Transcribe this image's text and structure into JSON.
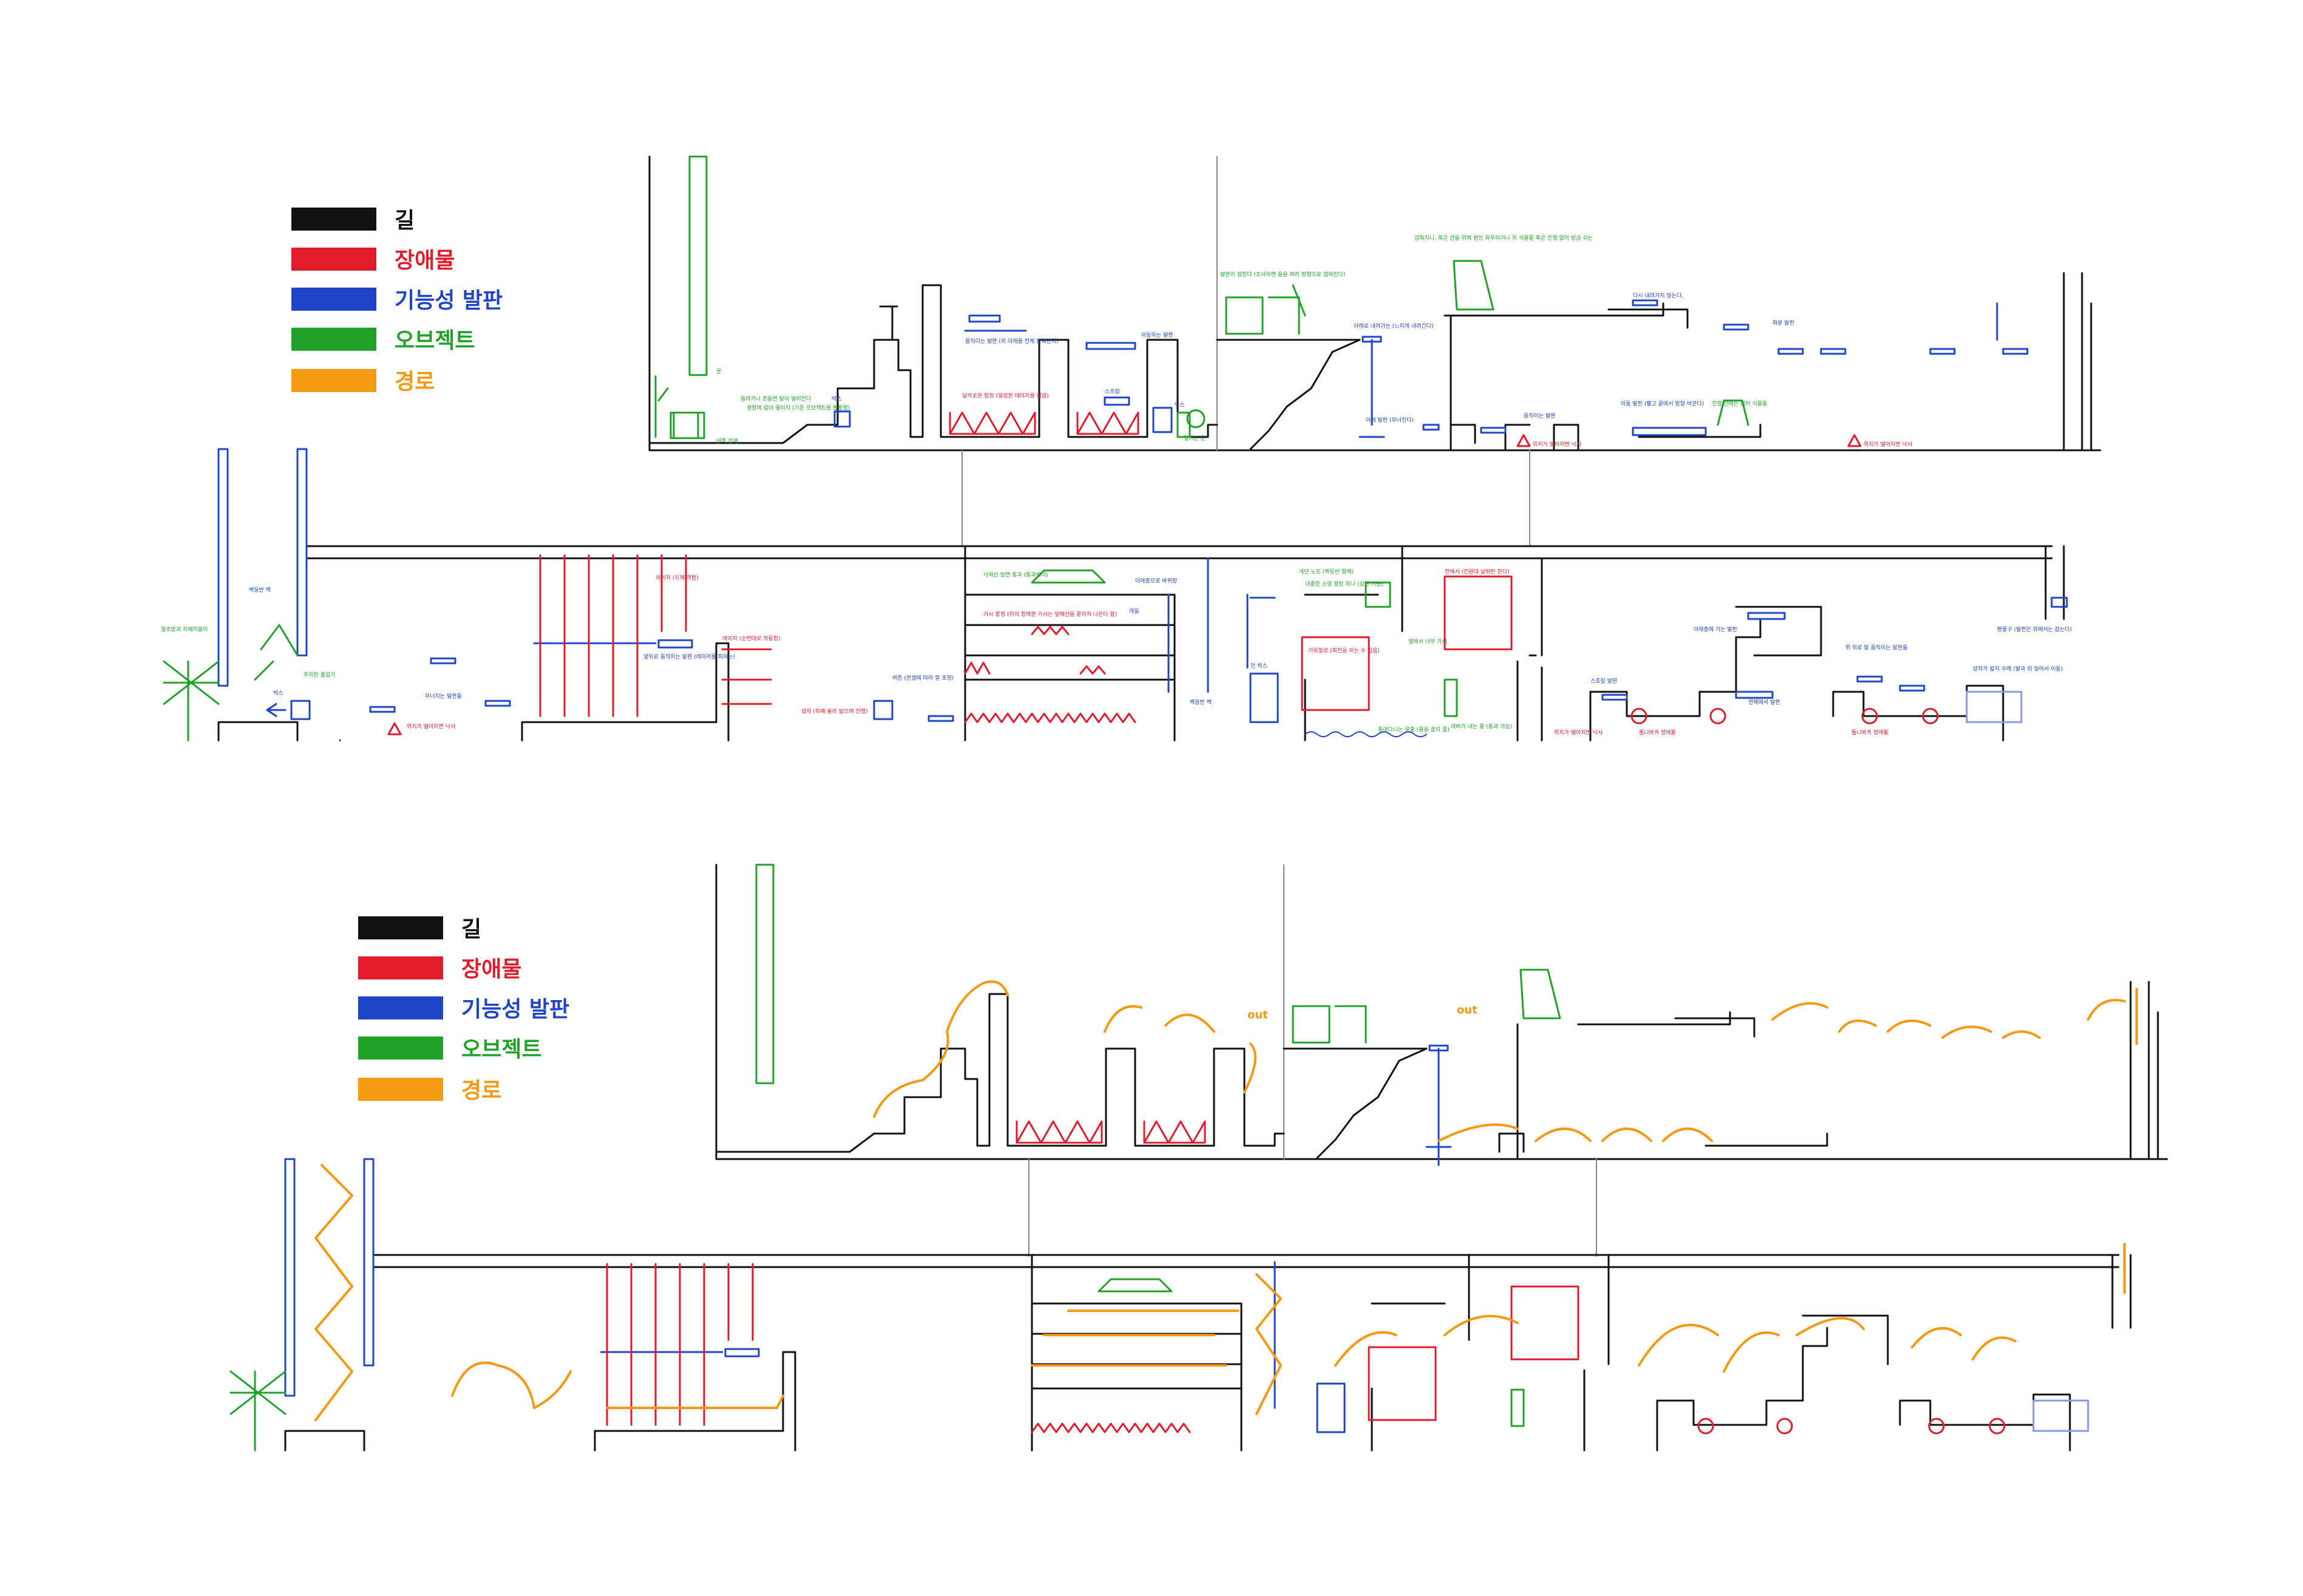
{
  "legend": [
    {
      "label": "길",
      "color": "#111111"
    },
    {
      "label": "장애물",
      "color": "#e21b2c"
    },
    {
      "label": "기능성 발판",
      "color": "#1f44c8"
    },
    {
      "label": "오브젝트",
      "color": "#22a12a"
    },
    {
      "label": "경로",
      "color": "#f39a12"
    }
  ],
  "colors": {
    "path": "#111111",
    "obstacle": "#e21b2c",
    "platform": "#1f44c8",
    "object": "#22a12a",
    "route": "#f39a12"
  },
  "map": {
    "upper_notes": [
      {
        "text": "돌아가나 흔들면 발이 떨어진다",
        "color": "object"
      },
      {
        "text": "문",
        "color": "object"
      },
      {
        "text": "광장에 밟아 중이지 (기존 오브젝트를 활용할)",
        "color": "object"
      },
      {
        "text": "박스",
        "color": "platform"
      },
      {
        "text": "안쪽 전체",
        "color": "object"
      },
      {
        "text": "움직이는 발판 (위 아래를 전체 왕복한다)",
        "color": "platform"
      },
      {
        "text": "날카로운 함정 (일정한 데미지를 입힘)",
        "color": "obstacle"
      },
      {
        "text": "이동하는 발판",
        "color": "platform"
      },
      {
        "text": "스프링",
        "color": "platform"
      },
      {
        "text": "박스",
        "color": "platform"
      },
      {
        "text": "열리는 문",
        "color": "object"
      },
      {
        "text": "발판이 접힌다 (조사하면 들을 여러 방향으로 접혀진다)",
        "color": "object"
      },
      {
        "text": "아래로 내려가는 (느리게 내려간다)",
        "color": "platform"
      },
      {
        "text": "아래 발판 (무너진다)",
        "color": "platform"
      },
      {
        "text": "감춰지니, 혹은 간을 위해 방안 좌우이거나 위 식물들 혹은 진행 없어 방금 쉬는",
        "color": "object"
      },
      {
        "text": "다시 내려가지 않는다.",
        "color": "platform"
      },
      {
        "text": "움직이는 발판",
        "color": "platform"
      },
      {
        "text": "이동 발판 (빨고 끝에서 방향 바꾼다)",
        "color": "platform"
      },
      {
        "text": "화분 발판",
        "color": "platform"
      },
      {
        "text": "진행 전에는 없어 식물들",
        "color": "object"
      },
      {
        "text": "위치가 떨어지면 낙사",
        "color": "obstacle"
      },
      {
        "text": "위치가 떨어지면 낙사",
        "color": "obstacle"
      }
    ],
    "lower_notes": [
      {
        "text": "철조망과 자해지물이",
        "color": "object"
      },
      {
        "text": "벽등반 벽",
        "color": "platform"
      },
      {
        "text": "박스",
        "color": "platform"
      },
      {
        "text": "주위한 출입기",
        "color": "object"
      },
      {
        "text": "무너지는 발판들",
        "color": "platform"
      },
      {
        "text": "위치가 떨어지면 낙사",
        "color": "obstacle"
      },
      {
        "text": "레이저 (두께 역활)",
        "color": "obstacle"
      },
      {
        "text": "앞뒤로 움직이는 발판 (레이저를 피하는)",
        "color": "platform"
      },
      {
        "text": "레이저 (순번대로 작동함)",
        "color": "obstacle"
      },
      {
        "text": "상자 (위에 올라 밟으며 진행)",
        "color": "platform"
      },
      {
        "text": "버튼 (컨셉에 따라 잘 조정)",
        "color": "platform"
      },
      {
        "text": "낙하산 방면 통과 (통과해야)",
        "color": "object"
      },
      {
        "text": "가시 함정 (위의 함께한 가시는 앞에선을 끝까지 나온다 함)",
        "color": "obstacle"
      },
      {
        "text": "아래층으로 바뀌함",
        "color": "platform"
      },
      {
        "text": "레일",
        "color": "platform"
      },
      {
        "text": "벽등반 벽",
        "color": "platform"
      },
      {
        "text": "인 박스",
        "color": "platform"
      },
      {
        "text": "계단 노트 (벽등반 함께)",
        "color": "object"
      },
      {
        "text": "대충한 소영 왕방 하나 (상관 가능)",
        "color": "object"
      },
      {
        "text": "가위질로 (회전을 이는 수 있음)",
        "color": "obstacle"
      },
      {
        "text": "전해서 (전원대 날뛰만 한다)",
        "color": "obstacle"
      },
      {
        "text": "옆에서 너무 가서",
        "color": "object"
      },
      {
        "text": "돌아다니는 유출 (물을 흘리 줄)",
        "color": "object"
      },
      {
        "text": "레버가 내는 물 (통과 가능)",
        "color": "object"
      },
      {
        "text": "스프링 발판",
        "color": "platform"
      },
      {
        "text": "아래층에 가는 발판",
        "color": "platform"
      },
      {
        "text": "톱니바퀴 장애물",
        "color": "obstacle"
      },
      {
        "text": "전해에서 발판",
        "color": "platform"
      },
      {
        "text": "위 위로 말 움직이는 발판들",
        "color": "platform"
      },
      {
        "text": "톱니바퀴 장애물",
        "color": "obstacle"
      },
      {
        "text": "상자가 밟지 수레 (발과 위 밀어서 이동)",
        "color": "platform"
      },
      {
        "text": "환풍구 (발판은 위에서는 잡는다)",
        "color": "platform"
      },
      {
        "text": "위치가 떨어지면 낙사",
        "color": "obstacle"
      }
    ],
    "route_labels": [
      "out",
      "out"
    ]
  }
}
